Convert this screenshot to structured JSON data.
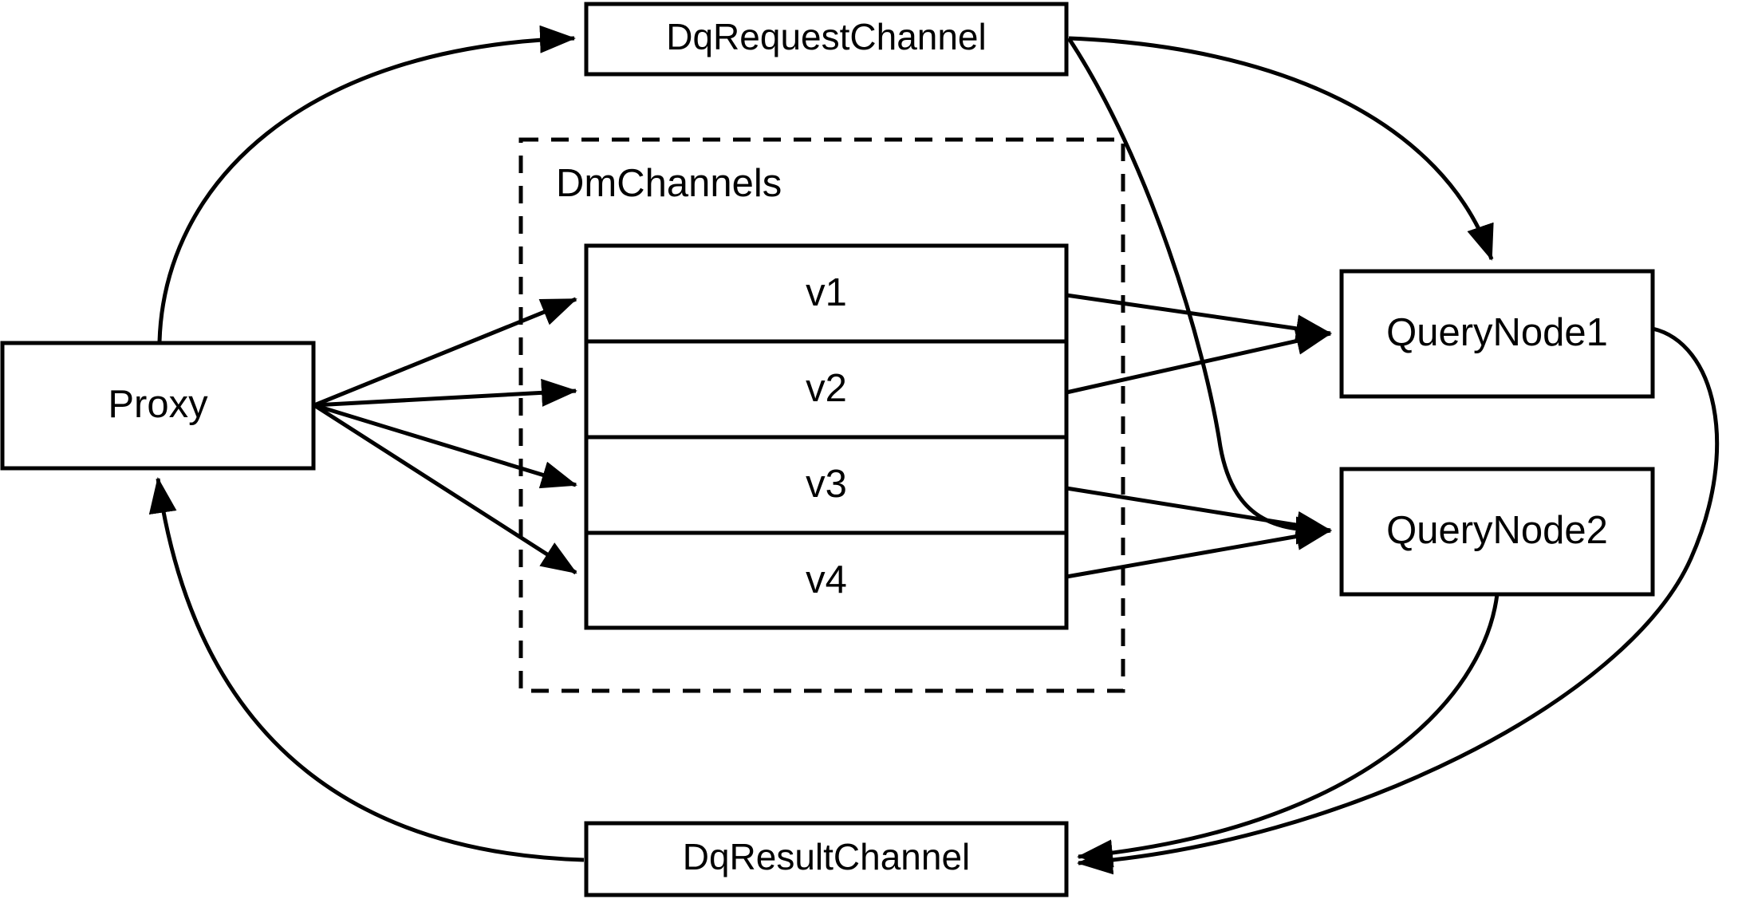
{
  "diagram": {
    "title": "Milvus distributed query message flow",
    "background_color": "#ffffff",
    "stroke_color": "#000000",
    "nodes": {
      "proxy": {
        "label": "Proxy"
      },
      "dq_request_channel": {
        "label": "DqRequestChannel"
      },
      "dq_result_channel": {
        "label": "DqResultChannel"
      },
      "query_node_1": {
        "label": "QueryNode1"
      },
      "query_node_2": {
        "label": "QueryNode2"
      }
    },
    "group": {
      "label": "DmChannels",
      "style": "dashed",
      "channels": [
        {
          "label": "v1"
        },
        {
          "label": "v2"
        },
        {
          "label": "v3"
        },
        {
          "label": "v4"
        }
      ]
    },
    "edges": [
      {
        "from": "Proxy",
        "to": "DqRequestChannel",
        "style": "curved",
        "arrow": "end"
      },
      {
        "from": "DqRequestChannel",
        "to": "QueryNode1",
        "style": "curved",
        "arrow": "end"
      },
      {
        "from": "DqRequestChannel",
        "to": "QueryNode2",
        "style": "curved",
        "arrow": "end"
      },
      {
        "from": "Proxy",
        "to": "v1",
        "style": "straight",
        "arrow": "end"
      },
      {
        "from": "Proxy",
        "to": "v2",
        "style": "straight",
        "arrow": "end"
      },
      {
        "from": "Proxy",
        "to": "v3",
        "style": "straight",
        "arrow": "end"
      },
      {
        "from": "Proxy",
        "to": "v4",
        "style": "straight",
        "arrow": "end"
      },
      {
        "from": "v1",
        "to": "QueryNode1",
        "style": "straight",
        "arrow": "end"
      },
      {
        "from": "v2",
        "to": "QueryNode1",
        "style": "straight",
        "arrow": "end"
      },
      {
        "from": "v3",
        "to": "QueryNode2",
        "style": "straight",
        "arrow": "end"
      },
      {
        "from": "v4",
        "to": "QueryNode2",
        "style": "straight",
        "arrow": "end"
      },
      {
        "from": "QueryNode1",
        "to": "DqResultChannel",
        "style": "curved",
        "arrow": "end"
      },
      {
        "from": "QueryNode2",
        "to": "DqResultChannel",
        "style": "curved",
        "arrow": "end"
      },
      {
        "from": "DqResultChannel",
        "to": "Proxy",
        "style": "curved",
        "arrow": "end"
      }
    ]
  }
}
